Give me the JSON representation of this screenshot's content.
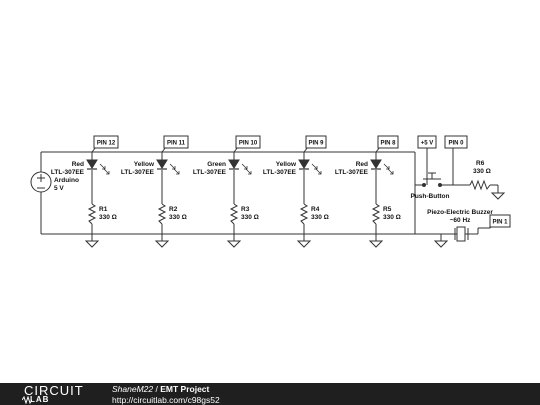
{
  "branches": [
    {
      "pin": "PIN 12",
      "color": "Red",
      "part": "LTL-307EE",
      "ref": "R1",
      "value": "330 Ω"
    },
    {
      "pin": "PIN 11",
      "color": "Yellow",
      "part": "LTL-307EE",
      "ref": "R2",
      "value": "330 Ω"
    },
    {
      "pin": "PIN 10",
      "color": "Green",
      "part": "LTL-307EE",
      "ref": "R3",
      "value": "330 Ω"
    },
    {
      "pin": "PIN 9",
      "color": "Yellow",
      "part": "LTL-307EE",
      "ref": "R4",
      "value": "330 Ω"
    },
    {
      "pin": "PIN 8",
      "color": "Red",
      "part": "LTL-307EE",
      "ref": "R5",
      "value": "330 Ω"
    }
  ],
  "source": {
    "name": "Arduino",
    "voltage": "5 V"
  },
  "supply_pin": "+5 V",
  "input_pin": "PIN 0",
  "button_label": "Push-Button",
  "pulldown": {
    "ref": "R6",
    "value": "330 Ω"
  },
  "buzzer": {
    "name": "Piezo-Electric Buzzer",
    "freq": "~60 Hz",
    "pin": "PIN 1"
  },
  "footer": {
    "logo_top": "CIRCUIT",
    "logo_bottom": "LAB",
    "author": "ShaneM22",
    "separator": "/",
    "title": "EMT Project",
    "url": "http://circuitlab.com/c98gs52"
  }
}
